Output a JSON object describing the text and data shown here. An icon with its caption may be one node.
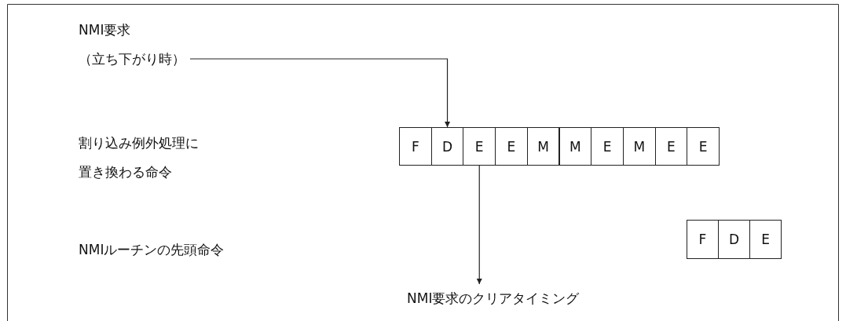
{
  "diagram": {
    "nodes": [
      {
        "text": [
          "NMI要求（立ち下がり時）"
        ]
      },
      {
        "text": [
          "F"
        ]
      },
      {
        "text": [
          "D"
        ]
      },
      {
        "text": [
          "E"
        ]
      },
      {
        "text": [
          "E"
        ]
      },
      {
        "text": [
          "M"
        ]
      },
      {
        "text": [
          "M"
        ]
      },
      {
        "text": [
          "E"
        ]
      },
      {
        "text": [
          "M"
        ]
      },
      {
        "text": [
          "E"
        ]
      },
      {
        "text": [
          "E"
        ]
      },
      {
        "text": [
          "F"
        ]
      },
      {
        "text": [
          "D"
        ]
      },
      {
        "text": [
          "E"
        ]
      },
      {
        "text": [
          "NMI要求のクリアタイミング"
        ]
      }
    ],
    "edges": [
      {
        "from": 0,
        "to": 2,
        "arrow": "to"
      },
      {
        "from": 3,
        "to": 14,
        "arrow": "to"
      }
    ],
    "labels": [
      "割り込み例外処理に置き換わる命令",
      "NMIルーチンの先頭命令"
    ]
  }
}
